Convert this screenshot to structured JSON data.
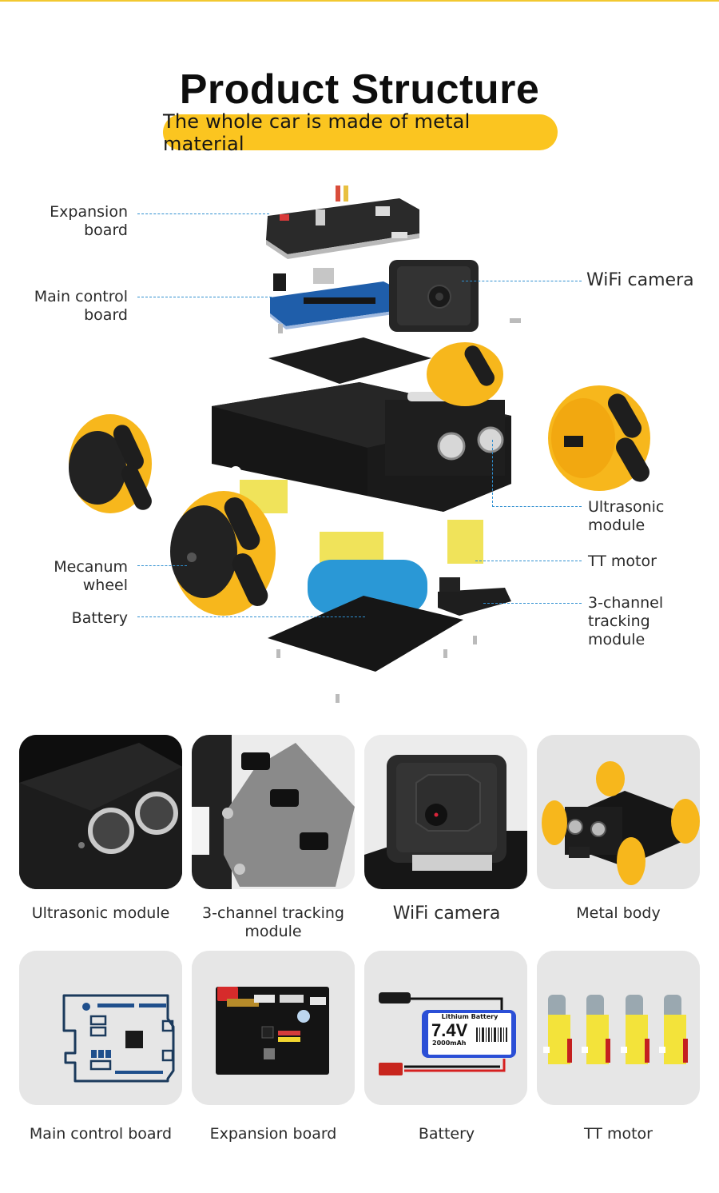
{
  "header": {
    "title": "Product Structure",
    "subtitle": "The whole car is made of metal material"
  },
  "colors": {
    "accent_yellow": "#fbc520",
    "leader_blue": "#2f8fd0",
    "card_bg": "#e6e6e6",
    "body_black": "#1c1c1c",
    "wheel_yellow": "#f7b71c"
  },
  "diagram": {
    "labels_left": [
      {
        "line1": "Expansion",
        "line2": "board"
      },
      {
        "line1": "Main control",
        "line2": "board"
      },
      {
        "line1": "Mecanum",
        "line2": "wheel"
      },
      {
        "line1": "Battery",
        "line2": ""
      }
    ],
    "labels_right": [
      {
        "line1": "WiFi camera",
        "line2": "",
        "line3": ""
      },
      {
        "line1": "Ultrasonic",
        "line2": "module",
        "line3": ""
      },
      {
        "line1": "TT motor",
        "line2": "",
        "line3": ""
      },
      {
        "line1": "3-channel",
        "line2": "tracking",
        "line3": "module"
      }
    ]
  },
  "components": [
    {
      "name": "Ultrasonic module",
      "line1": "Ultrasonic module",
      "line2": ""
    },
    {
      "name": "3-channel tracking module",
      "line1": "3-channel tracking",
      "line2": "module"
    },
    {
      "name": "WiFi camera",
      "line1": "WiFi camera",
      "line2": ""
    },
    {
      "name": "Metal body",
      "line1": "Metal body",
      "line2": ""
    },
    {
      "name": "Main control board",
      "line1": "Main control board",
      "line2": ""
    },
    {
      "name": "Expansion board",
      "line1": "Expansion board",
      "line2": ""
    },
    {
      "name": "Battery",
      "line1": "Battery",
      "line2": ""
    },
    {
      "name": "TT motor",
      "line1": "TT motor",
      "line2": ""
    }
  ],
  "battery_label": {
    "title": "Lithium Battery",
    "voltage": "7.4V",
    "capacity": "2000mAh"
  }
}
